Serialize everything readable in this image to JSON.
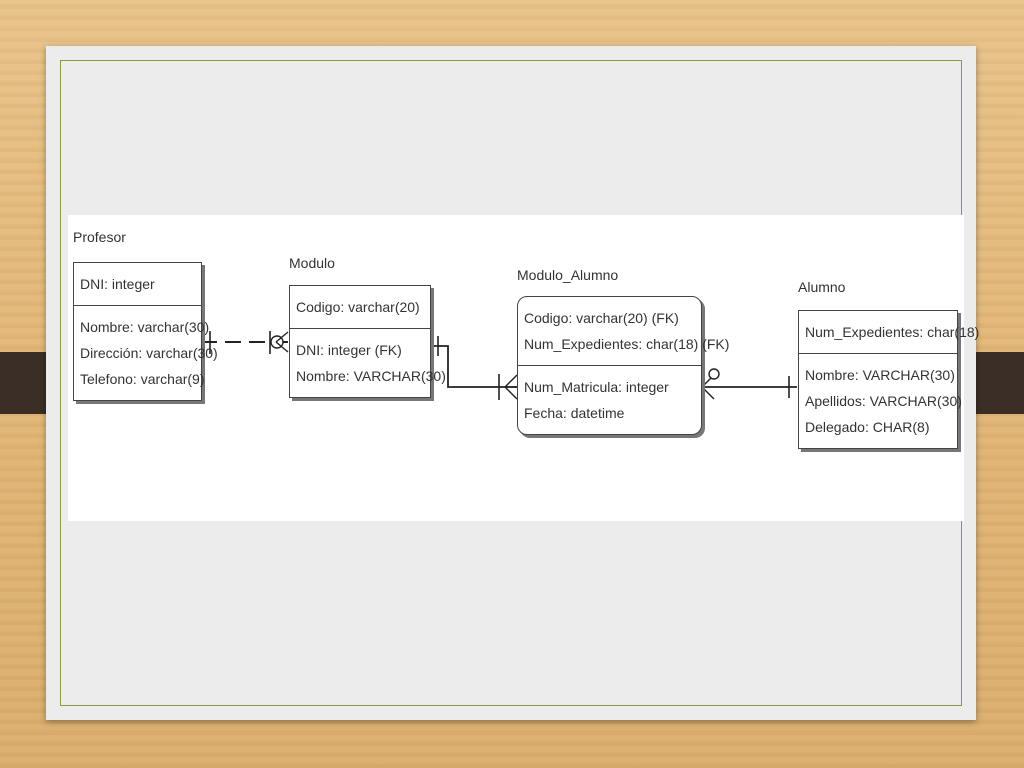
{
  "entities": {
    "profesor": {
      "name": "Profesor",
      "key_attributes": [
        "DNI: integer"
      ],
      "attributes": [
        "Nombre: varchar(30)",
        "Dirección: varchar(30)",
        "Telefono: varchar(9)"
      ]
    },
    "modulo": {
      "name": "Modulo",
      "key_attributes": [
        "Codigo: varchar(20)"
      ],
      "attributes": [
        "DNI: integer (FK)",
        "Nombre: VARCHAR(30)"
      ]
    },
    "modulo_alumno": {
      "name": "Modulo_Alumno",
      "key_attributes": [
        "Codigo: varchar(20) (FK)",
        "Num_Expedientes: char(18) (FK)"
      ],
      "attributes": [
        "Num_Matricula: integer",
        "Fecha: datetime"
      ]
    },
    "alumno": {
      "name": "Alumno",
      "key_attributes": [
        "Num_Expedientes: char(18)"
      ],
      "attributes": [
        "Nombre: VARCHAR(30)",
        "Apellidos: VARCHAR(30)",
        "Delegado: CHAR(8)"
      ]
    }
  },
  "relationships": [
    {
      "from": "Profesor",
      "to": "Modulo",
      "style": "non-identifying",
      "from_cardinality": "one",
      "to_cardinality": "zero-or-many"
    },
    {
      "from": "Modulo",
      "to": "Modulo_Alumno",
      "style": "identifying",
      "from_cardinality": "one",
      "to_cardinality": "one-or-many"
    },
    {
      "from": "Alumno",
      "to": "Modulo_Alumno",
      "style": "identifying",
      "from_cardinality": "one",
      "to_cardinality": "zero-or-many"
    }
  ],
  "colors": {
    "background_wood": "#e2b777",
    "slide": "#ececec",
    "frame_border": "#8b9a3c",
    "dark_band": "#3a2e26",
    "entity_border": "#444444"
  }
}
